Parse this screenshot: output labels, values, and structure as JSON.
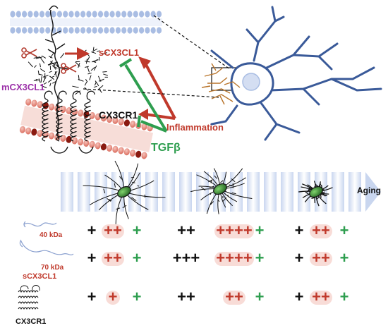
{
  "labels": {
    "scx3cl1_top": "sCX3CL1",
    "mcx3cl1": "mCX3CL1",
    "cx3cr1_top": "CX3CR1",
    "inflammation": "Inflammation",
    "tgfb": "TGFβ",
    "aging": "Aging",
    "kda40": "40 kDa",
    "kda70": "70 kDa",
    "scx3cl1_bottom": "sCX3CL1",
    "cx3cr1_bottom": "CX3CR1"
  },
  "colors": {
    "red": "#c0392b",
    "green": "#2e9e4f",
    "purple": "#9b2fa8",
    "neuron_blue": "#3a5a99",
    "membrane_blue": "#a9bde3",
    "microglia_dendrites": "#b8742a",
    "black": "#111111"
  },
  "marker_table": {
    "rows": [
      {
        "name": "sCX3CL1 40 kDa",
        "stages": [
          [
            {
              "text": "+",
              "color": "black"
            },
            {
              "text": "++",
              "color": "red"
            },
            {
              "text": "+",
              "color": "green"
            }
          ],
          [
            {
              "text": "++",
              "color": "black"
            },
            {
              "text": "++++",
              "color": "red"
            },
            {
              "text": "+",
              "color": "green"
            }
          ],
          [
            {
              "text": "+",
              "color": "black"
            },
            {
              "text": "++",
              "color": "red"
            },
            {
              "text": "+",
              "color": "green"
            }
          ]
        ]
      },
      {
        "name": "sCX3CL1 70 kDa",
        "stages": [
          [
            {
              "text": "+",
              "color": "black"
            },
            {
              "text": "++",
              "color": "red"
            },
            {
              "text": "+",
              "color": "green"
            }
          ],
          [
            {
              "text": "+++",
              "color": "black"
            },
            {
              "text": "++++",
              "color": "red"
            },
            {
              "text": "+",
              "color": "green"
            }
          ],
          [
            {
              "text": "+",
              "color": "black"
            },
            {
              "text": "++",
              "color": "red"
            },
            {
              "text": "+",
              "color": "green"
            }
          ]
        ]
      },
      {
        "name": "CX3CR1",
        "stages": [
          [
            {
              "text": "+",
              "color": "black"
            },
            {
              "text": "+",
              "color": "red"
            },
            {
              "text": "+",
              "color": "green"
            }
          ],
          [
            {
              "text": "++",
              "color": "black"
            },
            {
              "text": "++",
              "color": "red"
            },
            {
              "text": "+",
              "color": "green"
            }
          ],
          [
            {
              "text": "+",
              "color": "black"
            },
            {
              "text": "++",
              "color": "red"
            },
            {
              "text": "+",
              "color": "green"
            }
          ]
        ]
      }
    ]
  }
}
